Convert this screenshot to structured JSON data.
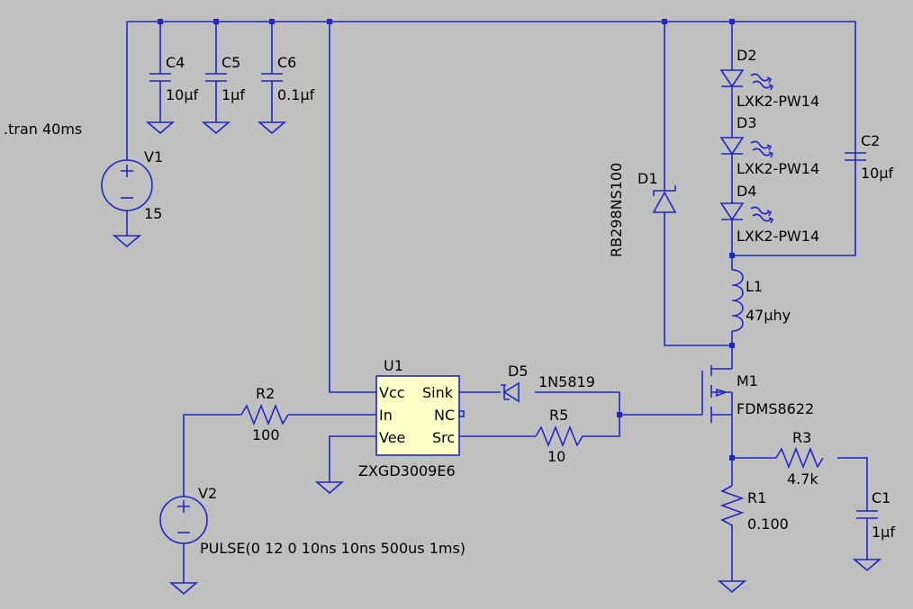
{
  "directive": ".tran 40ms",
  "components": {
    "V1": {
      "ref": "V1",
      "value": "15"
    },
    "V2": {
      "ref": "V2",
      "value": "PULSE(0 12 0 10ns 10ns 500us 1ms)"
    },
    "C4": {
      "ref": "C4",
      "value": "10µf"
    },
    "C5": {
      "ref": "C5",
      "value": "1µf"
    },
    "C6": {
      "ref": "C6",
      "value": "0.1µf"
    },
    "C2": {
      "ref": "C2",
      "value": "10µf"
    },
    "C1": {
      "ref": "C1",
      "value": "1µf"
    },
    "D1": {
      "ref": "D1",
      "value": "RB298NS100"
    },
    "D2": {
      "ref": "D2",
      "value": "LXK2-PW14"
    },
    "D3": {
      "ref": "D3",
      "value": "LXK2-PW14"
    },
    "D4": {
      "ref": "D4",
      "value": "LXK2-PW14"
    },
    "D5": {
      "ref": "D5",
      "value": "1N5819"
    },
    "L1": {
      "ref": "L1",
      "value": "47µhy"
    },
    "M1": {
      "ref": "M1",
      "value": "FDMS8622"
    },
    "R1": {
      "ref": "R1",
      "value": "0.100"
    },
    "R2": {
      "ref": "R2",
      "value": "100"
    },
    "R3": {
      "ref": "R3",
      "value": "4.7k"
    },
    "R5": {
      "ref": "R5",
      "value": "10"
    },
    "U1": {
      "ref": "U1",
      "value": "ZXGD3009E6",
      "pins": {
        "vcc": "Vcc",
        "in": "In",
        "vee": "Vee",
        "sink": "Sink",
        "nc": "NC",
        "src": "Src"
      }
    }
  }
}
